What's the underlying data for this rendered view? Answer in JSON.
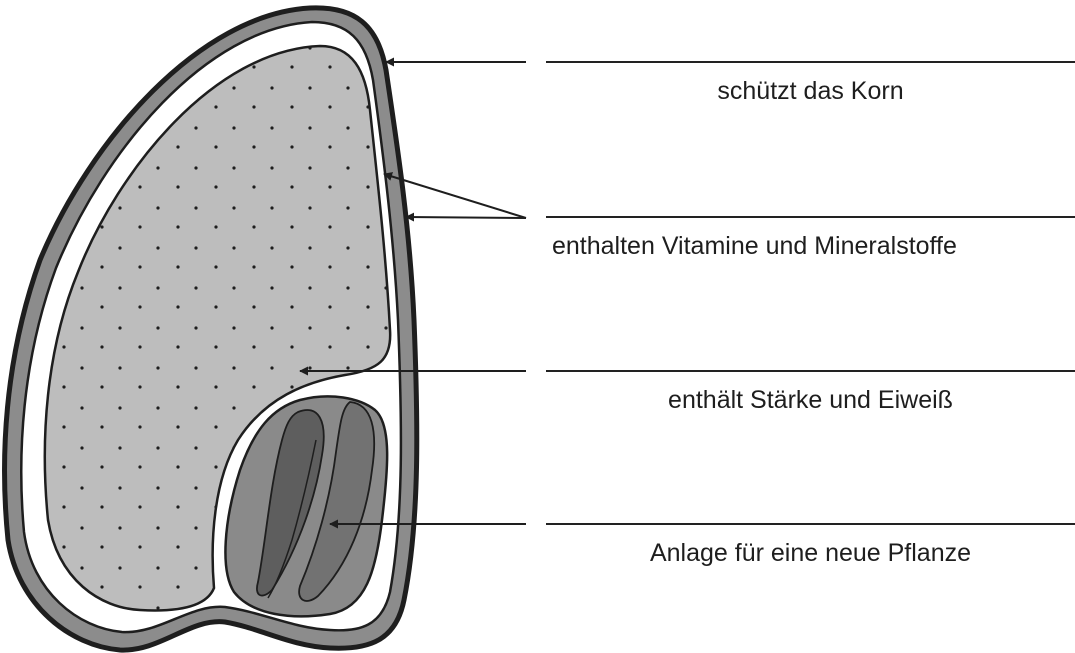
{
  "colors": {
    "ink": "#1e1e1e",
    "husk": "#8c8c8c",
    "aleurone": "#ffffff",
    "endosperm": "#bdbdbd",
    "germ": "#8a8a8a",
    "germ_dark": "#5e5e5e"
  },
  "labels": [
    {
      "id": "husk",
      "text": "schützt das Korn"
    },
    {
      "id": "vitamins",
      "text": "enthalten Vitamine und Mineralstoffe"
    },
    {
      "id": "starch",
      "text": "enthält Stärke und Eiweiß"
    },
    {
      "id": "germ",
      "text": "Anlage für eine neue Pflanze"
    }
  ]
}
